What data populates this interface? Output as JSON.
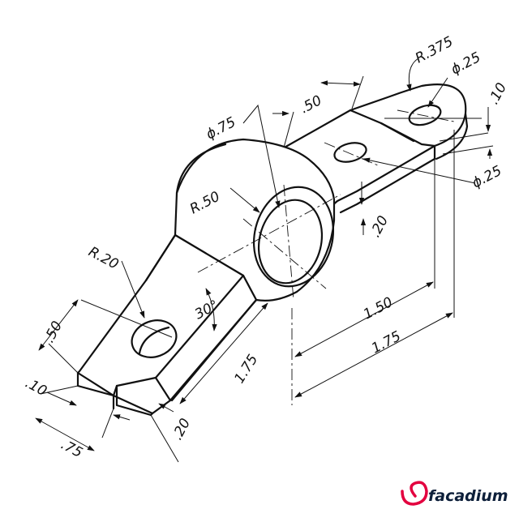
{
  "drawing": {
    "dimensions": {
      "r_375": "R.375",
      "phi_25_top": "ɸ.25",
      "d_10_right": ".10",
      "d_50_top": ".50",
      "phi_75": "ɸ.75",
      "r_50": "R.50",
      "phi_25_right": "ɸ.25",
      "d_20_mid": ".20",
      "r_20": "R.20",
      "d_50_left": ".50",
      "angle_30": "30°",
      "d_150": "1.50",
      "d_175_right": "1.75",
      "d_175_diag": "1.75",
      "d_10_left": ".10",
      "d_75": ".75",
      "d_20_bottom": ".20"
    }
  },
  "logo": {
    "text": "facadium",
    "color": "#e3003f"
  }
}
